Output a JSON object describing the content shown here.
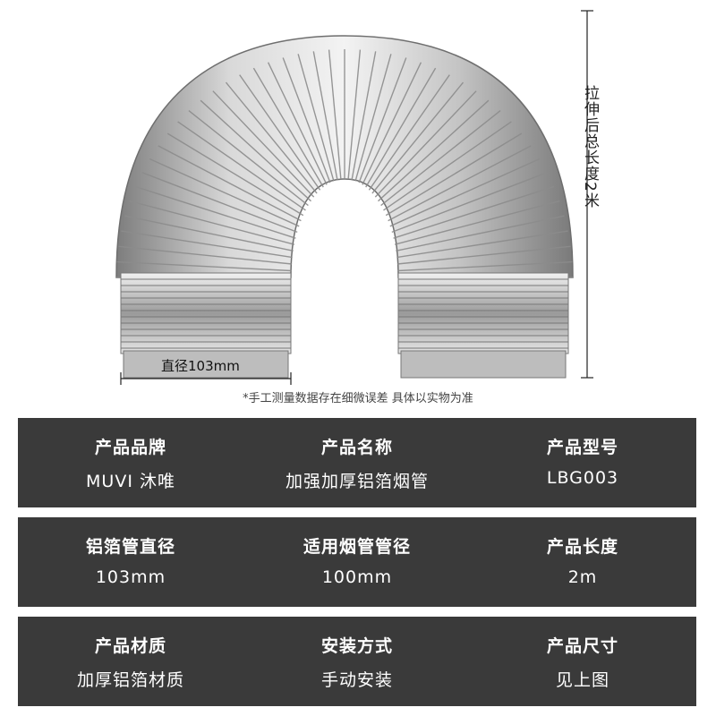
{
  "image": {
    "stretch_length_label": "拉伸后总长度2米",
    "diameter_label": "直径103mm",
    "note": "*手工测量数据存在细微误差 具体以实物为准"
  },
  "specs": [
    [
      {
        "label": "产品品牌",
        "value": "MUVI 沐唯"
      },
      {
        "label": "产品名称",
        "value": "加强加厚铝箔烟管"
      },
      {
        "label": "产品型号",
        "value": "LBG003"
      }
    ],
    [
      {
        "label": "铝箔管直径",
        "value": "103mm"
      },
      {
        "label": "适用烟管管径",
        "value": "100mm"
      },
      {
        "label": "产品长度",
        "value": "2m"
      }
    ],
    [
      {
        "label": "产品材质",
        "value": "加厚铝箔材质"
      },
      {
        "label": "安装方式",
        "value": "手动安装"
      },
      {
        "label": "产品尺寸",
        "value": "见上图"
      }
    ]
  ],
  "colors": {
    "panel_bg": "#3a3a3a",
    "text_light": "#ffffff",
    "foil_light": "#e8e8e8",
    "foil_dark": "#8a8a8a"
  }
}
